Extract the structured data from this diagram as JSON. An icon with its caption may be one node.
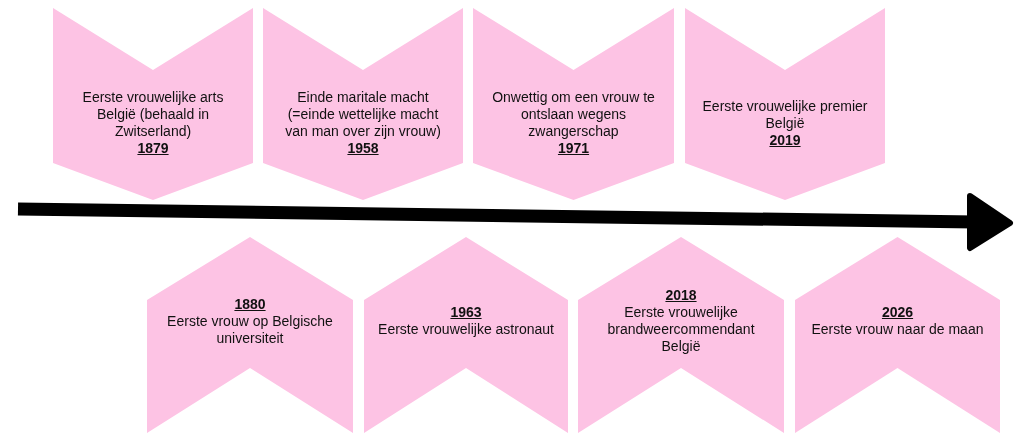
{
  "diagram": {
    "nodes": [
      {
        "text": [
          "Eerste vrouwelijke arts België (behaald in Zwitserland)",
          "1879"
        ]
      },
      {
        "text": [
          "Einde maritale macht (=einde wettelijke macht van man over zijn vrouw)",
          "1958"
        ]
      },
      {
        "text": [
          "Onwettig om een vrouw te ontslaan wegens zwangerschap",
          "1971"
        ]
      },
      {
        "text": [
          "Eerste vrouwelijke premier België",
          "2019"
        ]
      },
      {
        "text": [
          "1880",
          "Eerste vrouw op Belgische universiteit"
        ]
      },
      {
        "text": [
          "1963",
          "Eerste vrouwelijke astronaut"
        ]
      },
      {
        "text": [
          "2018",
          "Eerste vrouwelijke brandweercommendant België"
        ]
      },
      {
        "text": [
          "2026",
          "Eerste vrouw naar de maan"
        ]
      }
    ]
  }
}
